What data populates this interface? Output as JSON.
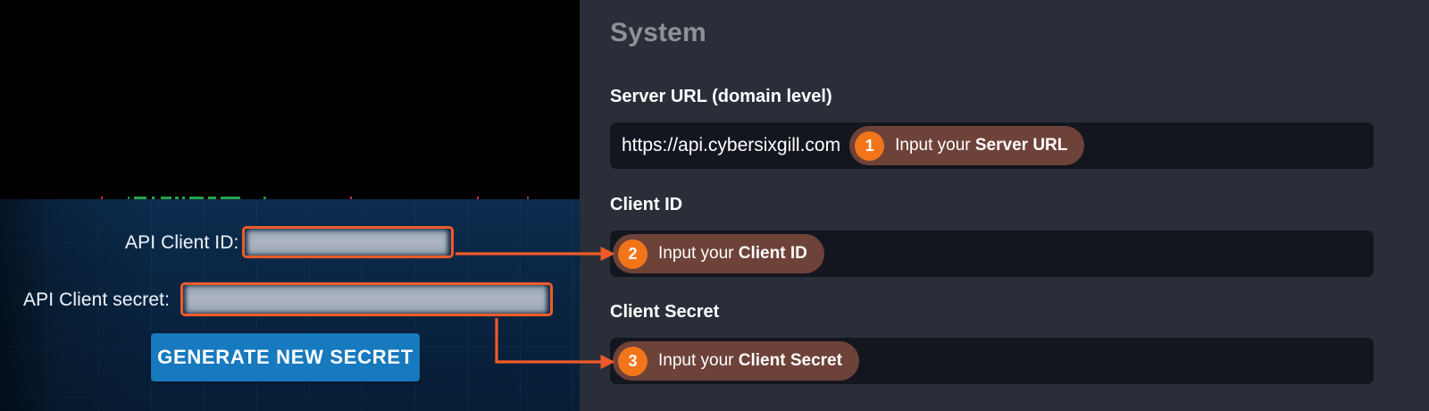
{
  "left_screenshot": {
    "fields": [
      {
        "label": "API Client ID:",
        "value_redacted": true
      },
      {
        "label": "API Client secret:",
        "value_redacted": true
      }
    ],
    "generate_button": "GENERATE NEW SECRET",
    "highlight_color": "#f05a28",
    "button_color": "#1779be",
    "background_color": "#0a2644"
  },
  "right_panel": {
    "section_title": "System",
    "background_color": "#2a2e38",
    "input_background": "#14161f",
    "fields": [
      {
        "label": "Server URL (domain level)",
        "value": "https://api.cybersixgill.com",
        "callout": {
          "number": "1",
          "prefix": "Input your ",
          "target": "Server URL"
        }
      },
      {
        "label": "Client ID",
        "value": "",
        "callout": {
          "number": "2",
          "prefix": "Input your ",
          "target": "Client ID"
        }
      },
      {
        "label": "Client Secret",
        "value": "",
        "callout": {
          "number": "3",
          "prefix": "Input your ",
          "target": "Client Secret"
        }
      }
    ]
  },
  "annotation": {
    "badge_circle_color": "#f2751a",
    "badge_pill_color": "#6d4239",
    "arrow_color": "#f05a28",
    "arrows": [
      {
        "from": "api-client-id-field",
        "to": "client-id-callout"
      },
      {
        "from": "api-client-secret-field",
        "to": "client-secret-callout"
      }
    ]
  }
}
